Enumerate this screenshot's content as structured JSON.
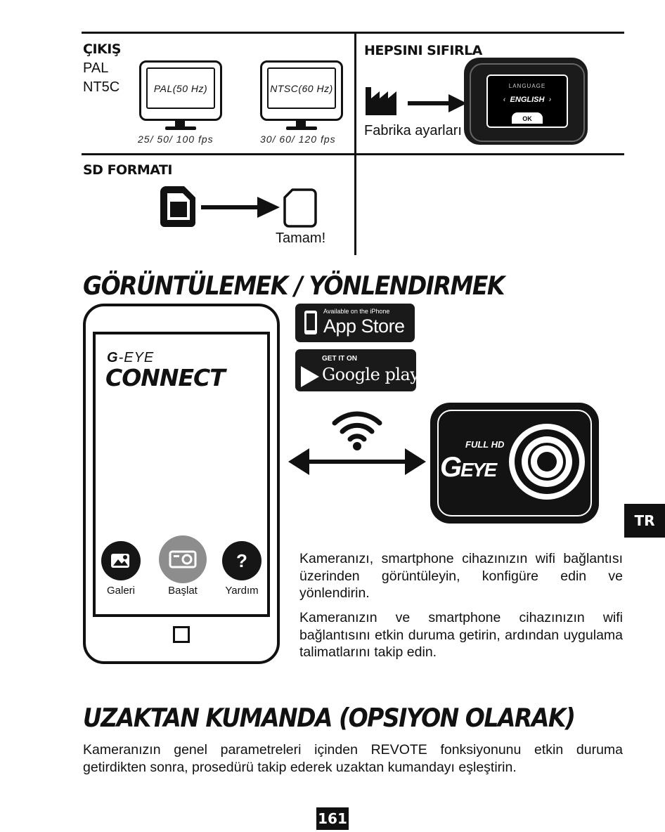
{
  "output_section": {
    "title": "ÇIKIŞ",
    "options": [
      "PAL",
      "NT5C"
    ],
    "pal_monitor": {
      "screen_label": "PAL(50 Hz)",
      "fps": "25/ 50/ 100 fps"
    },
    "ntsc_monitor": {
      "screen_label": "NTSC(60 Hz)",
      "fps": "30/ 60/ 120 fps"
    }
  },
  "reset_section": {
    "title": "HEPSINI SIFIRLA",
    "caption": "Fabrika ayarları",
    "camera_screen": {
      "top": "LANGUAGE",
      "middle": "ENGLISH",
      "bottom": "OK"
    }
  },
  "format_section": {
    "title": "SD FORMATI",
    "caption": "Tamam!"
  },
  "view_section": {
    "heading": "GÖRÜNTÜLEMEK / YÖNLENDIRMEK",
    "app_store": {
      "small": "Available on the iPhone",
      "big": "App Store"
    },
    "google_play": {
      "small": "GET IT ON",
      "big": "Google play"
    },
    "phone": {
      "brand_top": "G-EYE",
      "brand_main": "CONNECT",
      "buttons": [
        {
          "label": "Galeri",
          "icon": "image-icon"
        },
        {
          "label": "Başlat",
          "icon": "camera-icon"
        },
        {
          "label": "Yardım",
          "icon": "help-icon"
        }
      ]
    },
    "camera": {
      "badge": "FULL HD",
      "logo": "G EYE"
    },
    "paragraph1": "Kameranızı, smartphone cihazınızın wifi bağlantısı üzerinden görüntüleyin, konfigüre edin ve yönlendirin.",
    "paragraph2": "Kameranızın ve smartphone cihazınızın wifi bağlantısını etkin duruma getirin, ardından uygulama talimatlarını takip edin."
  },
  "remote_section": {
    "heading": "UZAKTAN KUMANDA (OPSIYON OLARAK)",
    "paragraph": "Kameranızın genel parametreleri içinden REVOTE fonksiyonunu etkin duruma getirdikten sonra, prosedürü takip ederek uzaktan kumandayı eşleştirin."
  },
  "language_tab": "TR",
  "page_number": "161"
}
